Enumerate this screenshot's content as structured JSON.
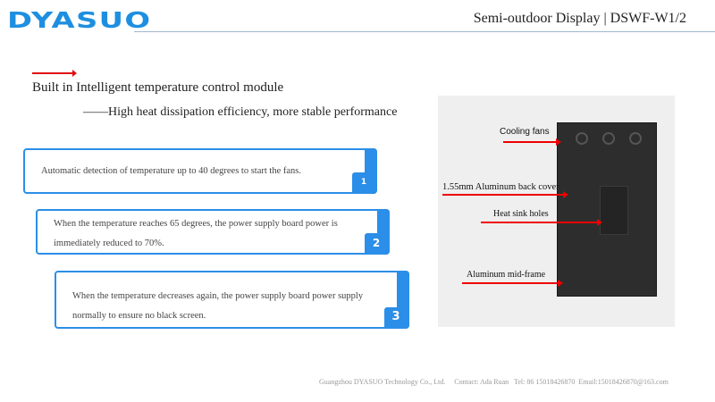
{
  "header": {
    "logo": "DYASUO",
    "title": "Semi-outdoor Display | DSWF-W1/2"
  },
  "heading": {
    "title": "Built in Intelligent temperature control module",
    "subtitle": "——High heat dissipation efficiency, more stable performance"
  },
  "cards": [
    {
      "text": "Automatic detection of temperature up to 40 degrees to start the fans.",
      "num": "1"
    },
    {
      "text": "When the temperature reaches 65 degrees, the power supply board power is immediately reduced to 70%.",
      "num": "2"
    },
    {
      "text": "When the temperature decreases again, the power supply board power supply normally to ensure no black screen.",
      "num": "3"
    }
  ],
  "photo": {
    "labels": [
      "Cooling fans",
      "1.55mm Aluminum back cover",
      "Heat sink holes",
      "Aluminum mid-frame"
    ]
  },
  "footer": {
    "company": "Guangzhou DYASUO Technology Co., Ltd.",
    "contact": "Contact: Ada Ruan",
    "tel": "Tel: 86 15018426870",
    "email": "Email:15018426870@163.com"
  }
}
